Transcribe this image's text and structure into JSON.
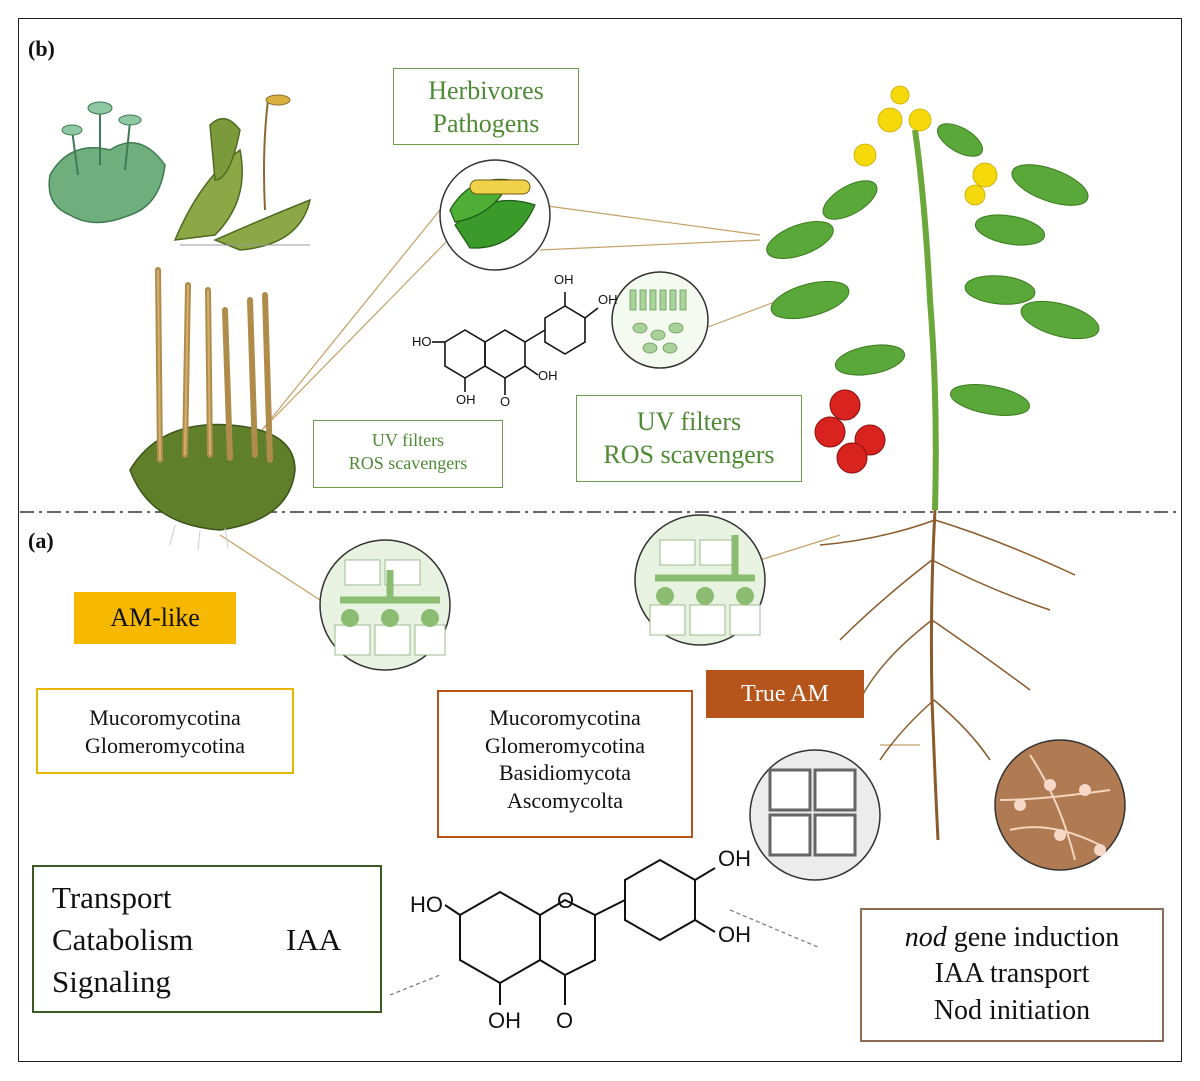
{
  "panels": {
    "b": "(b)",
    "a": "(a)"
  },
  "top_boxes": {
    "herbivores": [
      "Herbivores",
      "Pathogens"
    ],
    "uv_small": [
      "UV filters",
      "ROS scavengers"
    ],
    "uv_large": [
      "UV filters",
      "ROS scavengers"
    ]
  },
  "bottom_boxes": {
    "am_like": "AM-like",
    "true_am": "True AM",
    "fungi_left": [
      "Mucoromycotina",
      "Glomeromycotina"
    ],
    "fungi_center": [
      "Mucoromycotina",
      "Glomeromycotina",
      "Basidiomycota",
      "Ascomycolta"
    ],
    "transport": {
      "lines": [
        "Transport",
        "Catabolism",
        "Signaling"
      ],
      "iaa": "IAA"
    },
    "nod": {
      "italic": "nod",
      "first_rest": " gene induction",
      "lines": [
        "IAA transport",
        "Nod initiation"
      ]
    }
  },
  "molecule_top": {
    "oh1": "OH",
    "oh2": "OH",
    "ho": "HO",
    "oh3": "OH",
    "oh4": "OH",
    "o": "O"
  },
  "molecule_bottom": {
    "ho": "HO",
    "oh1": "OH",
    "oh2": "OH",
    "oh3": "OH",
    "o_ring": "O",
    "o_keto": "O"
  },
  "colors": {
    "leaf_green": "#5aa83a",
    "root_brown": "#8a5a2b",
    "tomato_red": "#d8231e",
    "flower_yellow": "#f5d90a",
    "connector": "#b08a4a"
  }
}
